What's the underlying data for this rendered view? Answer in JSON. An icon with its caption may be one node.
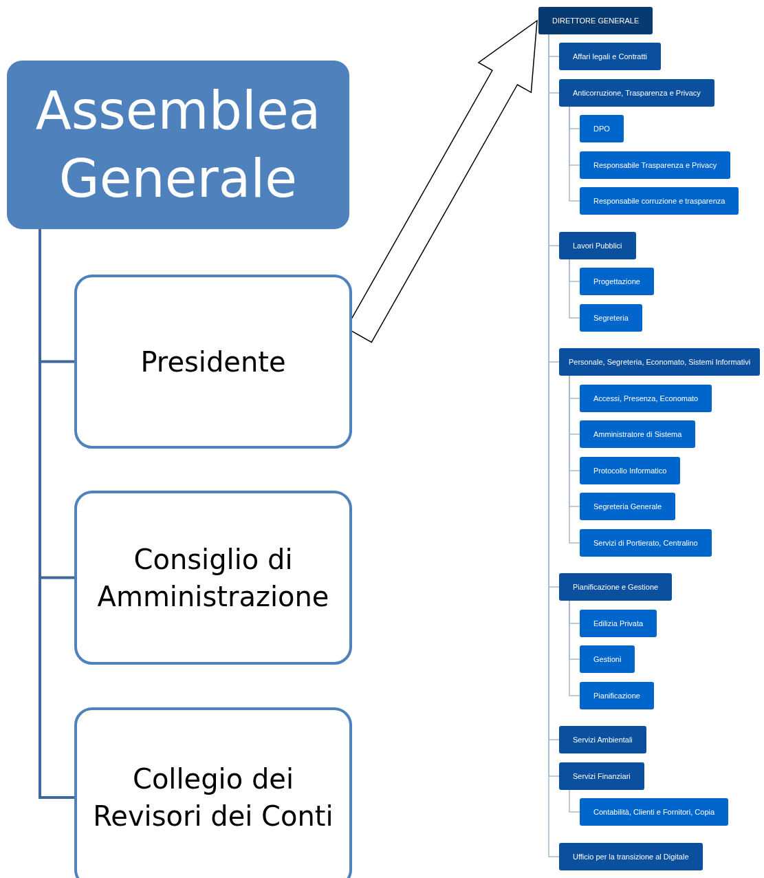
{
  "diagram": {
    "nodes": [
      {
        "text": [
          "Assemblea Generale"
        ]
      },
      {
        "text": [
          "Presidente"
        ]
      },
      {
        "text": [
          "Consiglio di Amministrazione"
        ]
      },
      {
        "text": [
          "Collegio dei Revisori dei Conti"
        ]
      },
      {
        "text": [
          "DIRETTORE GENERALE"
        ]
      },
      {
        "text": [
          "Affari legali e Contratti"
        ]
      },
      {
        "text": [
          "Anticorruzione, Trasparenza e Privacy"
        ]
      },
      {
        "text": [
          "DPO"
        ]
      },
      {
        "text": [
          "Responsabile Trasparenza e Privacy"
        ]
      },
      {
        "text": [
          "Responsabile corruzione e trasparenza"
        ]
      },
      {
        "text": [
          "Lavori Pubblici"
        ]
      },
      {
        "text": [
          "Progettazione"
        ]
      },
      {
        "text": [
          "Segreteria"
        ]
      },
      {
        "text": [
          "Personale, Segreteria, Economato, Sistemi Informativi"
        ]
      },
      {
        "text": [
          "Accessi, Presenza, Economato"
        ]
      },
      {
        "text": [
          "Amministratore di Sistema"
        ]
      },
      {
        "text": [
          "Protocollo Informatico"
        ]
      },
      {
        "text": [
          "Segreteria Generale"
        ]
      },
      {
        "text": [
          "Servizi di Portierato, Centralino"
        ]
      },
      {
        "text": [
          "Pianificazione e Gestione"
        ]
      },
      {
        "text": [
          "Edilizia Privata"
        ]
      },
      {
        "text": [
          "Gestioni"
        ]
      },
      {
        "text": [
          "Pianificazione"
        ]
      },
      {
        "text": [
          "Servizi Ambientali"
        ]
      },
      {
        "text": [
          "Servizi Finanziari"
        ]
      },
      {
        "text": [
          "Contabilità, Clienti e Fornitori, Copia"
        ]
      },
      {
        "text": [
          "Ufficio per la transizione al Digitale"
        ]
      }
    ],
    "edges": [
      {
        "from": 0,
        "to": 1,
        "arrow": "none",
        "style": "thick",
        "color": "#41689b"
      },
      {
        "from": 0,
        "to": 2,
        "arrow": "none",
        "style": "thick",
        "color": "#41689b"
      },
      {
        "from": 0,
        "to": 3,
        "arrow": "none",
        "style": "thick",
        "color": "#41689b"
      },
      {
        "from": 1,
        "to": 4,
        "arrow": "to",
        "style": "thick"
      },
      {
        "from": 4,
        "to": 5,
        "arrow": "none"
      },
      {
        "from": 4,
        "to": 6,
        "arrow": "none"
      },
      {
        "from": 6,
        "to": 7,
        "arrow": "none"
      },
      {
        "from": 6,
        "to": 8,
        "arrow": "none"
      },
      {
        "from": 6,
        "to": 9,
        "arrow": "none"
      },
      {
        "from": 4,
        "to": 10,
        "arrow": "none"
      },
      {
        "from": 10,
        "to": 11,
        "arrow": "none"
      },
      {
        "from": 10,
        "to": 12,
        "arrow": "none"
      },
      {
        "from": 4,
        "to": 13,
        "arrow": "none"
      },
      {
        "from": 13,
        "to": 14,
        "arrow": "none"
      },
      {
        "from": 13,
        "to": 15,
        "arrow": "none"
      },
      {
        "from": 13,
        "to": 16,
        "arrow": "none"
      },
      {
        "from": 13,
        "to": 17,
        "arrow": "none"
      },
      {
        "from": 13,
        "to": 18,
        "arrow": "none"
      },
      {
        "from": 4,
        "to": 19,
        "arrow": "none"
      },
      {
        "from": 19,
        "to": 20,
        "arrow": "none"
      },
      {
        "from": 19,
        "to": 21,
        "arrow": "none"
      },
      {
        "from": 19,
        "to": 22,
        "arrow": "none"
      },
      {
        "from": 4,
        "to": 23,
        "arrow": "none"
      },
      {
        "from": 4,
        "to": 24,
        "arrow": "none"
      },
      {
        "from": 24,
        "to": 25,
        "arrow": "none"
      },
      {
        "from": 4,
        "to": 26,
        "arrow": "none"
      }
    ]
  }
}
